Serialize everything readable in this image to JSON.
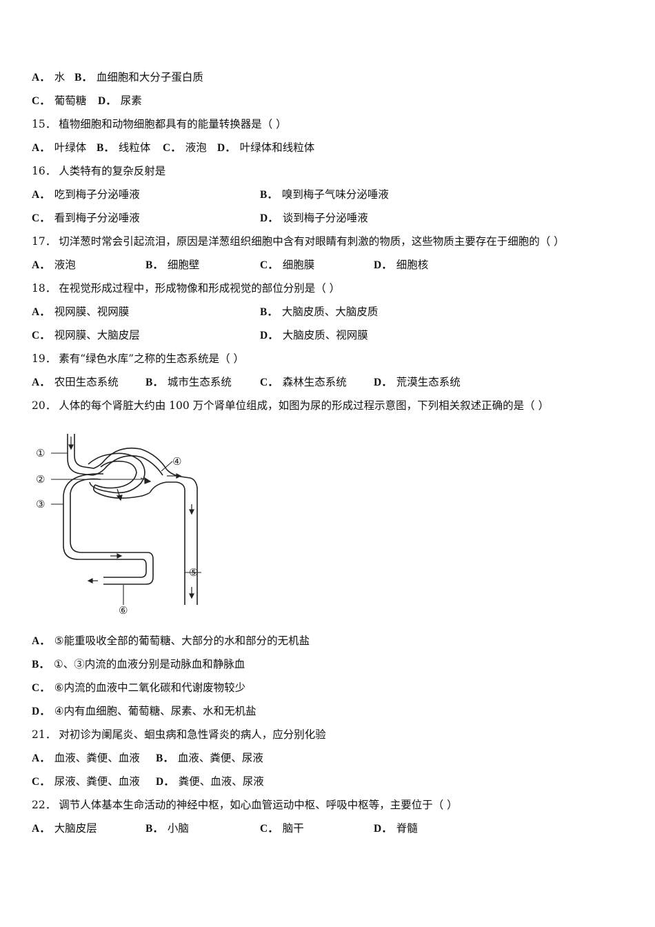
{
  "q14_options": {
    "A": {
      "letter": "A．",
      "text": "水"
    },
    "B": {
      "letter": "B．",
      "text": "血细胞和大分子蛋白质"
    },
    "C": {
      "letter": "C．",
      "text": "葡萄糖"
    },
    "D": {
      "letter": "D．",
      "text": "尿素"
    }
  },
  "questions": [
    {
      "num": "15．",
      "stem": "植物细胞和动物细胞都具有的能量转换器是（  ）",
      "options": [
        {
          "letter": "A．",
          "text": "叶绿体"
        },
        {
          "letter": "B．",
          "text": "线粒体"
        },
        {
          "letter": "C．",
          "text": "液泡"
        },
        {
          "letter": "D．",
          "text": "叶绿体和线粒体"
        }
      ]
    },
    {
      "num": "16．",
      "stem": "人类特有的复杂反射是",
      "options": [
        {
          "letter": "A．",
          "text": "吃到梅子分泌唾液"
        },
        {
          "letter": "B．",
          "text": "嗅到梅子气味分泌唾液"
        },
        {
          "letter": "C．",
          "text": "看到梅子分泌唾液"
        },
        {
          "letter": "D．",
          "text": "谈到梅子分泌唾液"
        }
      ]
    },
    {
      "num": "17．",
      "stem": "切洋葱时常会引起流泪，原因是洋葱组织细胞中含有对眼睛有刺激的物质，这些物质主要存在于细胞的（ ）",
      "options": [
        {
          "letter": "A．",
          "text": "液泡"
        },
        {
          "letter": "B．",
          "text": "细胞壁"
        },
        {
          "letter": "C．",
          "text": "细胞膜"
        },
        {
          "letter": "D．",
          "text": "细胞核"
        }
      ]
    },
    {
      "num": "18．",
      "stem": "在视觉形成过程中，形成物像和形成视觉的部位分别是（    ）",
      "options": [
        {
          "letter": "A．",
          "text": "视网膜、视网膜"
        },
        {
          "letter": "B．",
          "text": "大脑皮质、大脑皮质"
        },
        {
          "letter": "C．",
          "text": "视网膜、大脑皮层"
        },
        {
          "letter": "D．",
          "text": "大脑皮质、视网膜"
        }
      ]
    },
    {
      "num": "19．",
      "stem": "素有“绿色水库”之称的生态系统是（       ）",
      "options": [
        {
          "letter": "A．",
          "text": "农田生态系统"
        },
        {
          "letter": "B．",
          "text": "城市生态系统"
        },
        {
          "letter": "C．",
          "text": "森林生态系统"
        },
        {
          "letter": "D．",
          "text": "荒漠生态系统"
        }
      ]
    },
    {
      "num": "20．",
      "stem": "人体的每个肾脏大约由 100 万个肾单位组成，如图为尿的形成过程示意图，下列相关叙述正确的是（       ）",
      "options": [
        {
          "letter": "A．",
          "text": "⑤能重吸收全部的葡萄糖、大部分的水和部分的无机盐"
        },
        {
          "letter": "B．",
          "text": "①、③内流的血液分别是动脉血和静脉血"
        },
        {
          "letter": "C．",
          "text": "⑥内流的血液中二氧化碳和代谢废物较少"
        },
        {
          "letter": "D．",
          "text": "④内有血细胞、葡萄糖、尿素、水和无机盐"
        }
      ]
    },
    {
      "num": "21．",
      "stem": "对初诊为阑尾炎、蛔虫病和急性肾炎的病人，应分别化验",
      "options": [
        {
          "letter": "A．",
          "text": "血液、粪便、血液"
        },
        {
          "letter": "B．",
          "text": "血液、粪便、尿液"
        },
        {
          "letter": "C．",
          "text": "尿液、粪便、血液"
        },
        {
          "letter": "D．",
          "text": "粪便、血液、尿液"
        }
      ]
    },
    {
      "num": "22．",
      "stem": "调节人体基本生命活动的神经中枢，如心血管运动中枢、呼吸中枢等，主要位于（       ）",
      "options": [
        {
          "letter": "A．",
          "text": "大脑皮层"
        },
        {
          "letter": "B．",
          "text": "小脑"
        },
        {
          "letter": "C．",
          "text": "脑干"
        },
        {
          "letter": "D．",
          "text": "脊髓"
        }
      ]
    }
  ],
  "figure": {
    "labels": [
      "①",
      "②",
      "③",
      "④",
      "⑤",
      "⑥"
    ],
    "description": "尿的形成过程示意图（肾单位）"
  }
}
